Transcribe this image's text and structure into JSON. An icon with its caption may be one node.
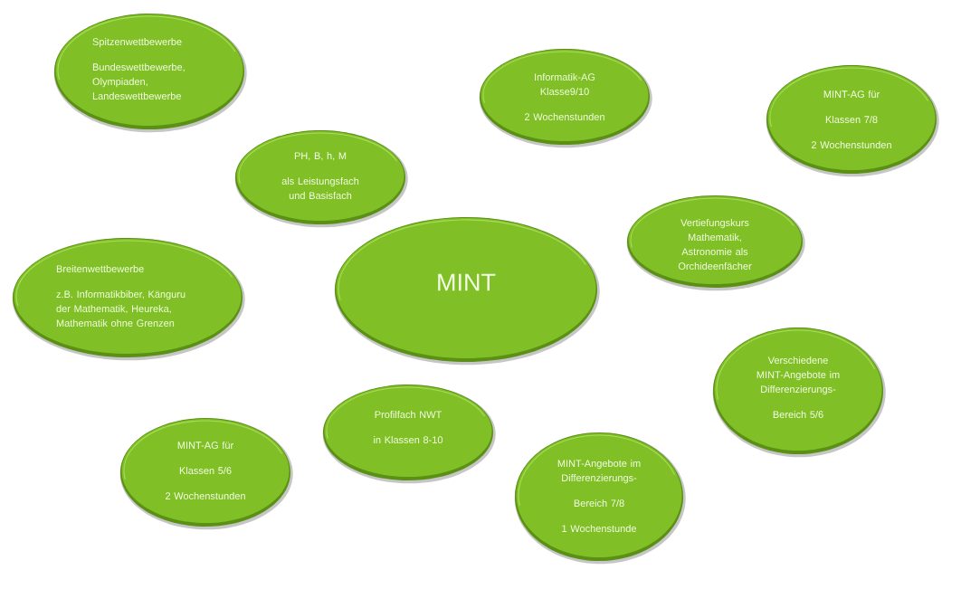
{
  "diagram": {
    "nodes": [
      {
        "text": [
          "Spitzenwettbewerbe",
          "Bundeswettbewerbe, Olympiaden, Landeswettbewerbe"
        ]
      },
      {
        "text": [
          "Informatik-AG Klasse9/10",
          "2 Wochenstunden"
        ]
      },
      {
        "text": [
          "MINT-AG für",
          "Klassen 7/8",
          "2 Wochenstunden"
        ]
      },
      {
        "text": [
          "PH, B, h, M",
          "als Leistungsfach und Basisfach"
        ]
      },
      {
        "text": [
          "Vertiefungskurs Mathematik, Astronomie als Orchideenfächer"
        ]
      },
      {
        "text": [
          "MINT"
        ]
      },
      {
        "text": [
          "Breitenwettbewerbe",
          "z.B. Informatikbiber, Känguru der Mathematik, Heureka, Mathematik ohne Grenzen"
        ]
      },
      {
        "text": [
          "Verschiedene MINT-Angebote im Differenzierungs-",
          "Bereich 5/6"
        ]
      },
      {
        "text": [
          "Profilfach NWT",
          "in Klassen 8-10"
        ]
      },
      {
        "text": [
          "MINT-AG für",
          "Klassen 5/6",
          "2 Wochenstunden"
        ]
      },
      {
        "text": [
          "MINT-Angebote im Differenzierungs-",
          "Bereich 7/8",
          "1 Wochenstunde"
        ]
      }
    ]
  }
}
